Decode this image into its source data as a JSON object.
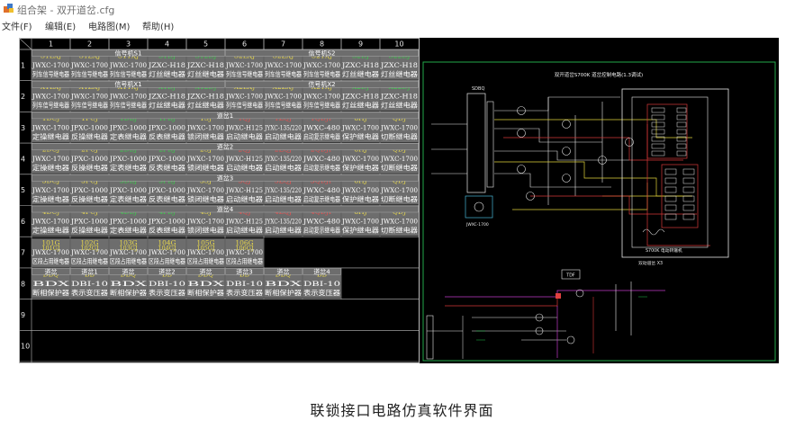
{
  "window": {
    "title": "组合架 - 双开道岔.cfg"
  },
  "menu": [
    "文件(F)",
    "编辑(E)",
    "电路图(M)",
    "帮助(H)"
  ],
  "grid": {
    "columns": [
      "1",
      "2",
      "3",
      "4",
      "5",
      "6",
      "7",
      "8",
      "9",
      "10"
    ],
    "row_numbers": [
      "1",
      "2",
      "3",
      "4",
      "5",
      "6",
      "7",
      "8",
      "9",
      "10"
    ],
    "group_labels": [
      {
        "text": "信号机S1",
        "row": 0,
        "col": 0,
        "span": 5
      },
      {
        "text": "信号机S2",
        "row": 0,
        "col": 5,
        "span": 5
      },
      {
        "text": "信号机X1",
        "row": 1,
        "col": 0,
        "span": 5
      },
      {
        "text": "信号机X2",
        "row": 1,
        "col": 5,
        "span": 5
      },
      {
        "text": "道岔1",
        "row": 2,
        "col": 0,
        "span": 10
      },
      {
        "text": "道岔2",
        "row": 3,
        "col": 0,
        "span": 10
      },
      {
        "text": "道岔3",
        "row": 4,
        "col": 0,
        "span": 10
      },
      {
        "text": "道岔4",
        "row": 5,
        "col": 0,
        "span": 10
      },
      {
        "text": "道岔",
        "row": 7,
        "col": 0,
        "span": 1
      },
      {
        "text": "道岔1",
        "row": 7,
        "col": 1,
        "span": 1
      },
      {
        "text": "道岔",
        "row": 7,
        "col": 2,
        "span": 1
      },
      {
        "text": "道岔2",
        "row": 7,
        "col": 3,
        "span": 1
      },
      {
        "text": "道岔",
        "row": 7,
        "col": 4,
        "span": 1
      },
      {
        "text": "道岔3",
        "row": 7,
        "col": 5,
        "span": 1
      },
      {
        "text": "道岔",
        "row": 7,
        "col": 6,
        "span": 1
      },
      {
        "text": "道岔4",
        "row": 7,
        "col": 7,
        "span": 1
      }
    ],
    "rows": [
      {
        "codes": [
          "S1LXJ",
          "S1ZXJ",
          "S1YXJ",
          "S1DJ",
          "S12DJ",
          "S2LXJ",
          "S2ZXJ",
          "S2YXJ",
          "S2DJ",
          "S22DJ"
        ],
        "types": [
          "JWXC-1700",
          "JWXC-1700",
          "JWXC-1700",
          "JZXC-H18",
          "JZXC-H18",
          "JWXC-1700",
          "JWXC-1700",
          "JWXC-1700",
          "JZXC-H18",
          "JZXC-H18"
        ],
        "names": [
          "列车信号继电器",
          "列车信号继电器",
          "列车信号继电器",
          "灯丝继电器",
          "灯丝继电器",
          "列车信号继电器",
          "列车信号继电器",
          "列车信号继电器",
          "灯丝继电器",
          "灯丝继电器"
        ]
      },
      {
        "codes": [
          "X1LXJ",
          "X1ZXJ",
          "X1YXJ",
          "X1DJ",
          "X12DJ",
          "X2LXJ",
          "X2ZXJ",
          "X2YXJ",
          "X2DJ",
          "X22DJ"
        ],
        "types": [
          "JWXC-1700",
          "JWXC-1700",
          "JWXC-1700",
          "JZXC-H18",
          "JZXC-H18",
          "JWXC-1700",
          "JWXC-1700",
          "JWXC-1700",
          "JZXC-H18",
          "JZXC-H18"
        ],
        "names": [
          "列车信号继电器",
          "列车信号继电器",
          "列车信号继电器",
          "灯丝继电器",
          "灯丝继电器",
          "列车信号继电器",
          "列车信号继电器",
          "列车信号继电器",
          "灯丝继电器",
          "灯丝继电器"
        ]
      },
      {
        "codes": [
          "1DCJ",
          "1FCJ",
          "1DBJ",
          "1FBJ",
          "1SJ",
          "1QJ",
          "1ZQJ",
          "1QDJF",
          "8HJ",
          "QDJ"
        ],
        "types": [
          "JWXC-1700",
          "JPXC-1000",
          "JPXC-1000",
          "JPXC-1000",
          "JWXC-1700",
          "JWXC-H125",
          "JYXC-135/220",
          "JWXC-480",
          "JWXC-1700",
          "JWXC-1700"
        ],
        "names": [
          "定操继电器",
          "反操继电器",
          "定表继电器",
          "反表继电器",
          "锁闭继电器",
          "启动继电器",
          "启动继电器",
          "启动复示继电器",
          "保护继电器",
          "切断继电器"
        ]
      },
      {
        "codes": [
          "2DCJ",
          "2FCJ",
          "2DBJ",
          "2FBJ",
          "2SJ",
          "2QJ",
          "2ZQJ",
          "2QDJF",
          "8HJ",
          "QDJ"
        ],
        "types": [
          "JWXC-1700",
          "JPXC-1000",
          "JPXC-1000",
          "JPXC-1000",
          "JWXC-1700",
          "JWXC-H125",
          "JYXC-135/220",
          "JWXC-480",
          "JWXC-1700",
          "JWXC-1700"
        ],
        "names": [
          "定操继电器",
          "反操继电器",
          "定表继电器",
          "反表继电器",
          "锁闭继电器",
          "启动继电器",
          "启动继电器",
          "启动复示继电器",
          "保护继电器",
          "切断继电器"
        ]
      },
      {
        "codes": [
          "3DCJ",
          "3FCJ",
          "3DBJ",
          "3FBJ",
          "3SJ",
          "3QJ",
          "3ZQJ",
          "3QDJF",
          "8HJ",
          "QDJ"
        ],
        "types": [
          "JWXC-1700",
          "JPXC-1000",
          "JPXC-1000",
          "JPXC-1000",
          "JWXC-1700",
          "JWXC-H125",
          "JYXC-135/220",
          "JWXC-480",
          "JWXC-1700",
          "JWXC-1700"
        ],
        "names": [
          "定操继电器",
          "反操继电器",
          "定表继电器",
          "反表继电器",
          "锁闭继电器",
          "启动继电器",
          "启动继电器",
          "启动复示继电器",
          "保护继电器",
          "切断继电器"
        ]
      },
      {
        "codes": [
          "4DCJ",
          "4FCJ",
          "4DBJ",
          "4FBJ",
          "4SJ",
          "4QJ",
          "4ZQJ",
          "4QDJF",
          "8HJ",
          "QDJ"
        ],
        "types": [
          "JWXC-1700",
          "JPXC-1000",
          "JPXC-1000",
          "JPXC-1000",
          "JWXC-1700",
          "JWXC-H125",
          "JYXC-135/220",
          "JWXC-480",
          "JWXC-1700",
          "JWXC-1700"
        ],
        "names": [
          "定操继电器",
          "反操继电器",
          "定表继电器",
          "反表继电器",
          "锁闭继电器",
          "启动继电器",
          "启动继电器",
          "启动复示继电器",
          "保护继电器",
          "切断继电器"
        ]
      },
      {
        "codes": [
          "101G",
          "102G",
          "103G",
          "104G",
          "105G",
          "106G"
        ],
        "types": [
          "JWXC-1700",
          "JWXC-1700",
          "JWXC-1700",
          "JWXC-1700",
          "JWXC-1700",
          "JWXC-1700"
        ],
        "names": [
          "区段占用继电器",
          "区段占用继电器",
          "区段占用继电器",
          "区段占用继电器",
          "区段占用继电器",
          "区段占用继电器"
        ],
        "codes2": [
          "101GJ",
          "102GJ",
          "103GJ",
          "104GJ",
          "105GJ",
          "106GJ"
        ]
      },
      {
        "codes": [
          "DBQ",
          "BB",
          "DBQ",
          "BB",
          "DBQ",
          "BB",
          "DBQ",
          "BB"
        ],
        "types": [
          "BDX",
          "DBI-10",
          "BDX",
          "DBI-10",
          "BDX",
          "DBI-10",
          "BDX",
          "DBI-10"
        ],
        "names": [
          "断相保护器",
          "表示变压器",
          "断相保护器",
          "表示变压器",
          "断相保护器",
          "表示变压器",
          "断相保护器",
          "表示变压器"
        ]
      },
      {
        "codes": [],
        "types": [],
        "names": []
      },
      {
        "codes": [],
        "types": [],
        "names": []
      }
    ]
  },
  "schematic": {
    "title": "双开道岔S700K 道岔控制电路(1.3调试)",
    "labels": {
      "sdbq": "SDBQ",
      "relay_bottom": "JWXC-1700",
      "machine": "S700K 电动转辙机",
      "machine_sub": "双动道岔 X3",
      "tdf": "TDF"
    },
    "colors": {
      "frame": "#22a84a",
      "circuit": "#e8e8e8",
      "yellow": "#e0d23a",
      "red": "#d63838",
      "magenta": "#c03ac8",
      "cyan": "#48b7d6",
      "green": "#22c24a"
    }
  },
  "caption": "联锁接口电路仿真软件界面"
}
